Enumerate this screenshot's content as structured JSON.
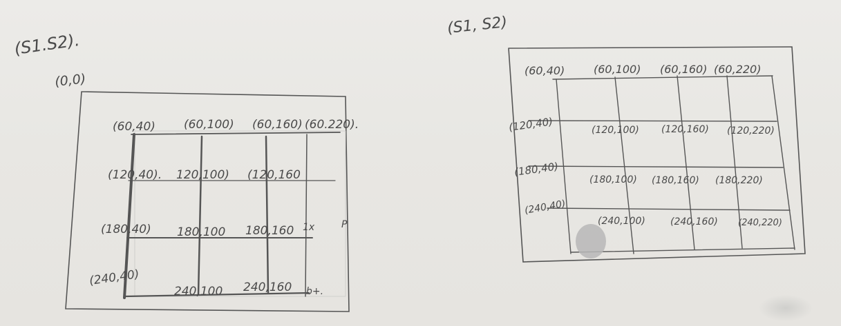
{
  "left_sketch": {
    "header": "(S1.S2).",
    "origin": "(0,0)",
    "row1": [
      "(60,40)",
      "(60,100)",
      "(60,160)",
      "(60.220)."
    ],
    "row2": [
      "(120,40).",
      "120,100)",
      "(120,160"
    ],
    "row3": [
      "(180,40)",
      "180,100",
      "180,160"
    ],
    "row4": [
      "(240,40)",
      "240,100",
      "240,160"
    ],
    "marks": {
      "row4_tail": "b+.",
      "row3_tail": "1x",
      "edge_mark": "P"
    }
  },
  "right_sketch": {
    "header": "(S1, S2)",
    "row1": [
      "(60,40)",
      "(60,100)",
      "(60,160)",
      "(60,220)"
    ],
    "row2": [
      "(120,40)",
      "(120,100)",
      "(120,160)",
      "(120,220)"
    ],
    "row3": [
      "(180,40)",
      "(180,100)",
      "(180,160)",
      "(180,220)"
    ],
    "row4": [
      "(240,40)",
      "(240,100)",
      "(240,160)",
      "(240,220)"
    ]
  },
  "colors": {
    "paper": "#e9e8e4",
    "pencil": "#4a4a4a",
    "smudge": "#b7b7b7"
  }
}
